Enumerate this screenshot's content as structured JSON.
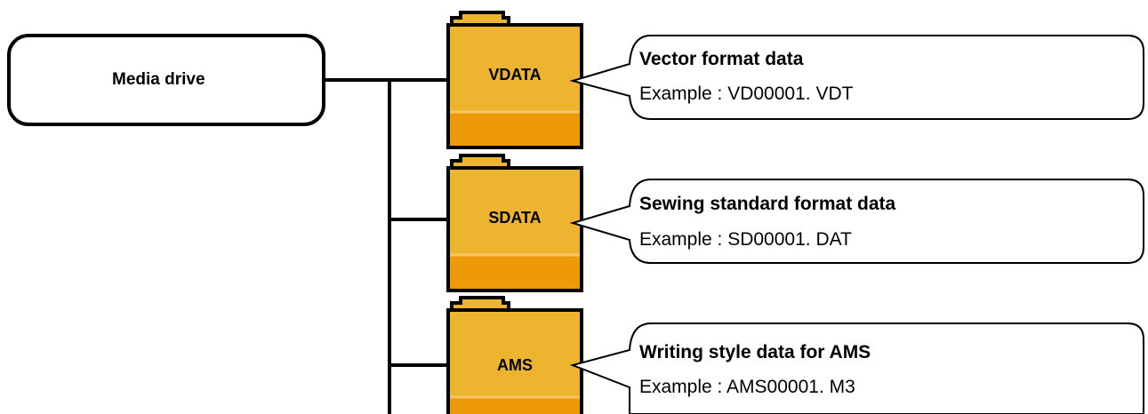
{
  "root": {
    "label": "Media drive",
    "icon": "media-drive-icon"
  },
  "folders": [
    {
      "name": "VDATA",
      "icon": "folder-icon",
      "description": "Vector format data",
      "example": "Example : VD00001. VDT"
    },
    {
      "name": "SDATA",
      "icon": "folder-icon",
      "description": "Sewing standard format data",
      "example": "Example : SD00001. DAT"
    },
    {
      "name": "AMS",
      "icon": "folder-icon",
      "description": "Writing style data for AMS",
      "example": "Example : AMS00001. M3"
    }
  ],
  "colors": {
    "folder_fill": "#edb430",
    "folder_base": "#ee9a08",
    "drive_body": "#d9d9d9",
    "drive_slot": "#f29a00",
    "line": "#000000"
  }
}
